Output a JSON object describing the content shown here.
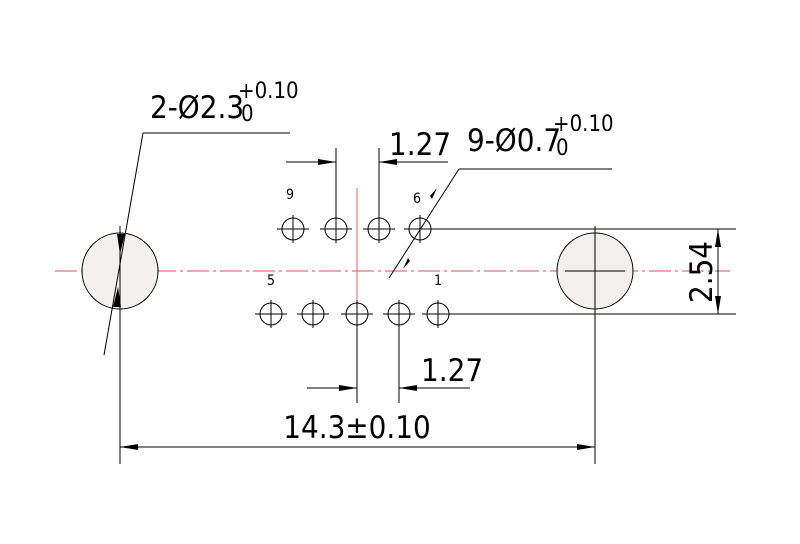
{
  "drawing": {
    "mount_hole_callout": {
      "main": "2-Ø2.3",
      "tol_upper": "+0.10",
      "tol_lower": "0"
    },
    "pin_hole_callout": {
      "main": "9-Ø0.7",
      "tol_upper": "+0.10",
      "tol_lower": "0"
    },
    "dim_pitch_top": "1.27",
    "dim_pitch_bottom": "1.27",
    "dim_row_spacing": "2.54",
    "dim_overall": "14.3±0.10",
    "pin_labels": {
      "top_left": "9",
      "top_right": "6",
      "bottom_left": "5",
      "bottom_right": "1"
    },
    "colors": {
      "line": "#000000",
      "center_line": "#d9534f",
      "hole_fill": "#f2efee"
    }
  }
}
